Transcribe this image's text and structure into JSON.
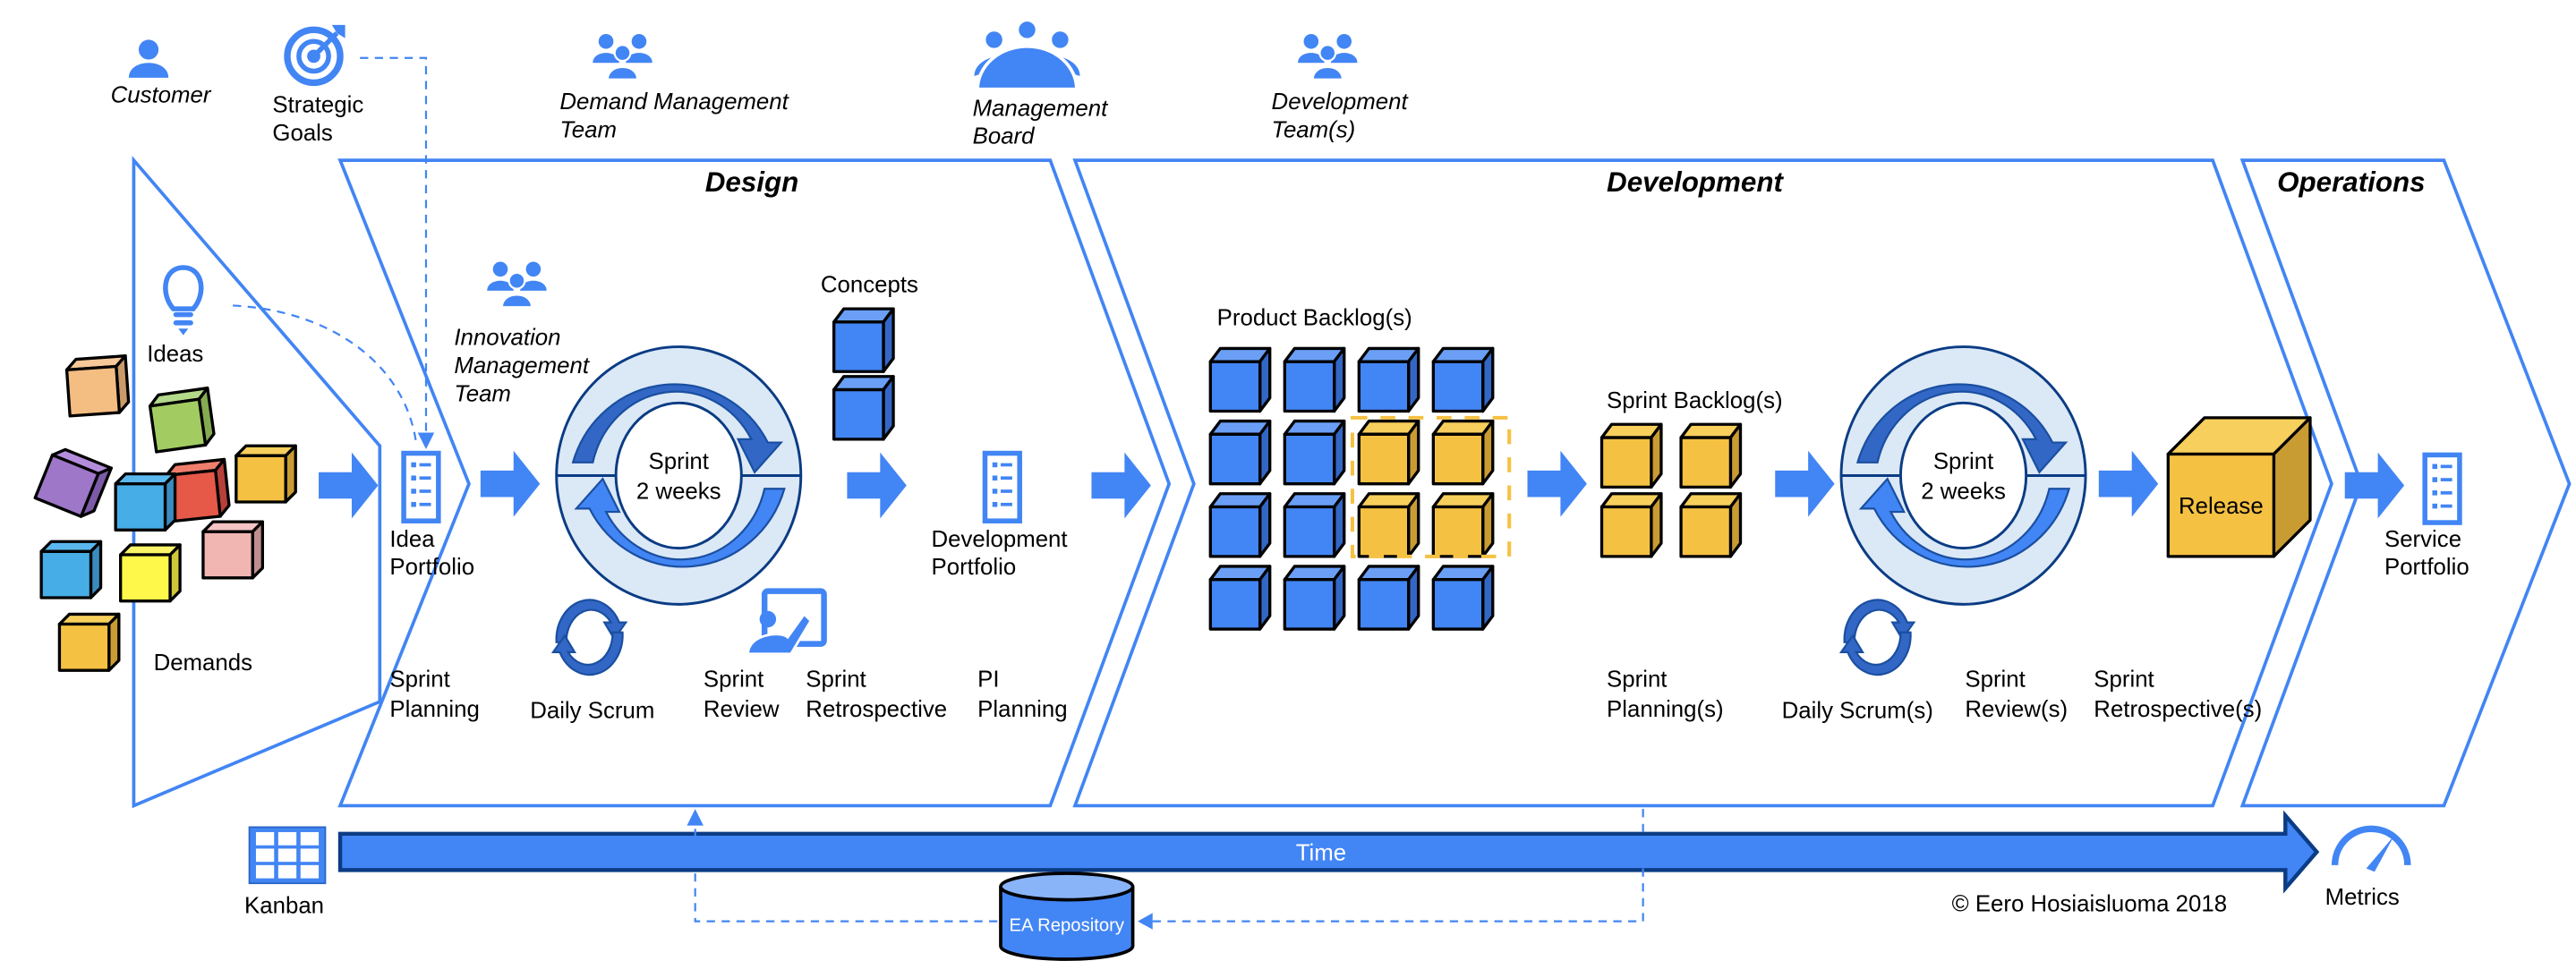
{
  "title": "Enterprise agile value stream: Design, Development, Operations",
  "colors": {
    "accent": "#4285f4",
    "dark_accent": "#0b3c84",
    "ring_fill": "#dbe8f6",
    "backlog_blue": "#4285f4",
    "backlog_yellow": "#f5c142"
  },
  "roles": {
    "customer": "Customer",
    "strategic_goals": [
      "Strategic",
      "Goals"
    ],
    "demand_team": [
      "Demand Management",
      "Team"
    ],
    "management_board": [
      "Management",
      "Board"
    ],
    "development_teams": [
      "Development",
      "Team(s)"
    ],
    "innovation_team": [
      "Innovation",
      "Management",
      "Team"
    ]
  },
  "phases": {
    "design": "Design",
    "development": "Development",
    "operations": "Operations"
  },
  "intake": {
    "ideas": "Ideas",
    "demands": "Demands",
    "idea_portfolio": [
      "Idea",
      "Portfolio"
    ]
  },
  "design": {
    "sprint": [
      "Sprint",
      "2 weeks"
    ],
    "concepts": "Concepts",
    "development_portfolio": [
      "Development",
      "Portfolio"
    ],
    "events": [
      [
        "Sprint",
        "Planning"
      ],
      [
        "",
        "Daily Scrum"
      ],
      [
        "Sprint",
        "Review"
      ],
      [
        "Sprint",
        "Retrospective"
      ],
      [
        "PI",
        "Planning"
      ]
    ]
  },
  "development": {
    "product_backlog": "Product Backlog(s)",
    "sprint_backlog": "Sprint Backlog(s)",
    "sprint": [
      "Sprint",
      "2 weeks"
    ],
    "release": "Release",
    "events": [
      [
        "Sprint",
        "Planning(s)"
      ],
      [
        "",
        "Daily Scrum(s)"
      ],
      [
        "Sprint",
        "Review(s)"
      ],
      [
        "Sprint",
        "Retrospective(s)"
      ]
    ],
    "product_backlog_grid": [
      [
        "blue",
        "blue",
        "blue",
        "blue"
      ],
      [
        "blue",
        "blue",
        "yellow",
        "yellow"
      ],
      [
        "blue",
        "blue",
        "yellow",
        "yellow"
      ],
      [
        "blue",
        "blue",
        "blue",
        "blue"
      ]
    ]
  },
  "operations": {
    "service_portfolio": [
      "Service",
      "Portfolio"
    ]
  },
  "footer": {
    "kanban": "Kanban",
    "time": "Time",
    "ea_repository": "EA Repository",
    "metrics": "Metrics",
    "copyright": "© Eero Hosiaisluoma 2018"
  }
}
